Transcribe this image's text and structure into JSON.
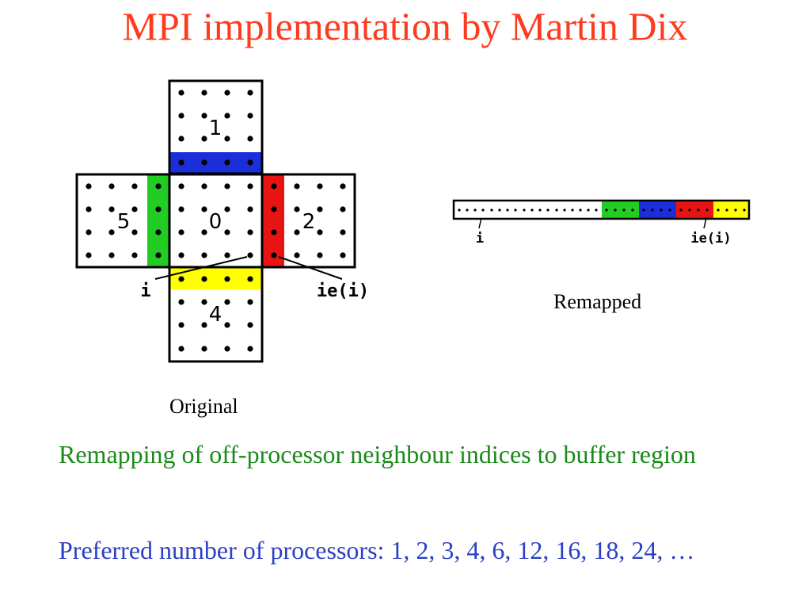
{
  "slide": {
    "title": "MPI implementation by Martin Dix",
    "caption_original": "Original",
    "caption_remapped": "Remapped",
    "line1": "Remapping of off-processor neighbour indices to buffer region",
    "line2_prefix": "Preferred number of processors:",
    "line2_values": "1, 2, 3, 4, 6, 12, 16, 18, 24, …"
  },
  "diagram": {
    "tile_labels": [
      "1",
      "5",
      "0",
      "2",
      "4"
    ],
    "index_label": "i",
    "neighbour_label": "ie(i)",
    "colors": {
      "blue": "#1a2ed9",
      "green": "#22cc22",
      "red": "#e81414",
      "yellow": "#ffff00"
    }
  }
}
